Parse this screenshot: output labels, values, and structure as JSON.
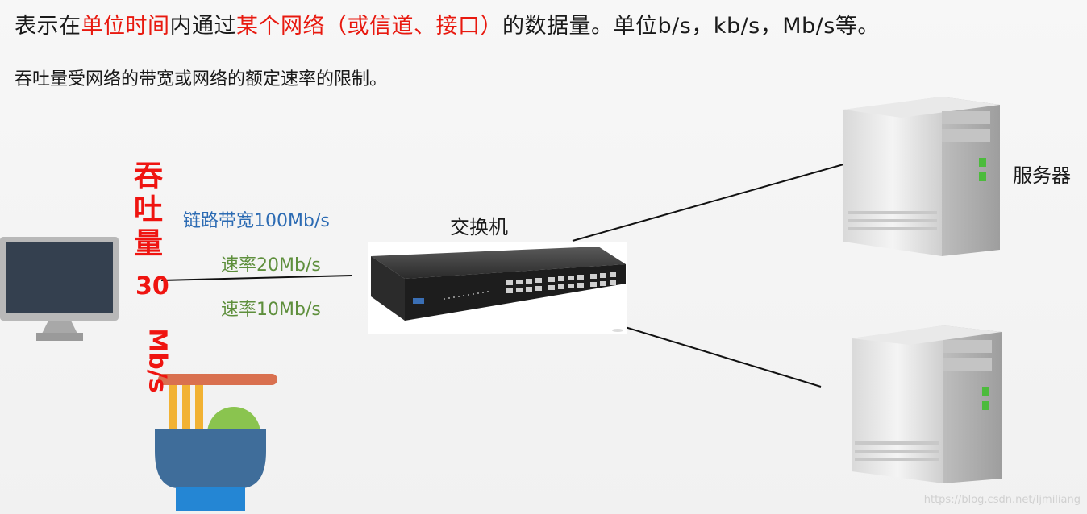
{
  "heading": {
    "p1": "表示在",
    "p2": "单位时间",
    "p3": "内通过",
    "p4": "某个网络（或信道、接口）",
    "p5": "的数据量。单位b/s，kb/s，Mb/s等。"
  },
  "subheading": "吞吐量受网络的带宽或网络的额定速率的限制。",
  "throughput": {
    "c1": "吞",
    "c2": "吐",
    "c3": "量",
    "number": "30",
    "unit": "Mb/s"
  },
  "link_bandwidth": "链路带宽100Mb/s",
  "rate_1": "速率20Mb/s",
  "rate_2": "速率10Mb/s",
  "switch_label": "交换机",
  "server_label": "服务器",
  "watermark": "https://blog.csdn.net/ljmiliang"
}
